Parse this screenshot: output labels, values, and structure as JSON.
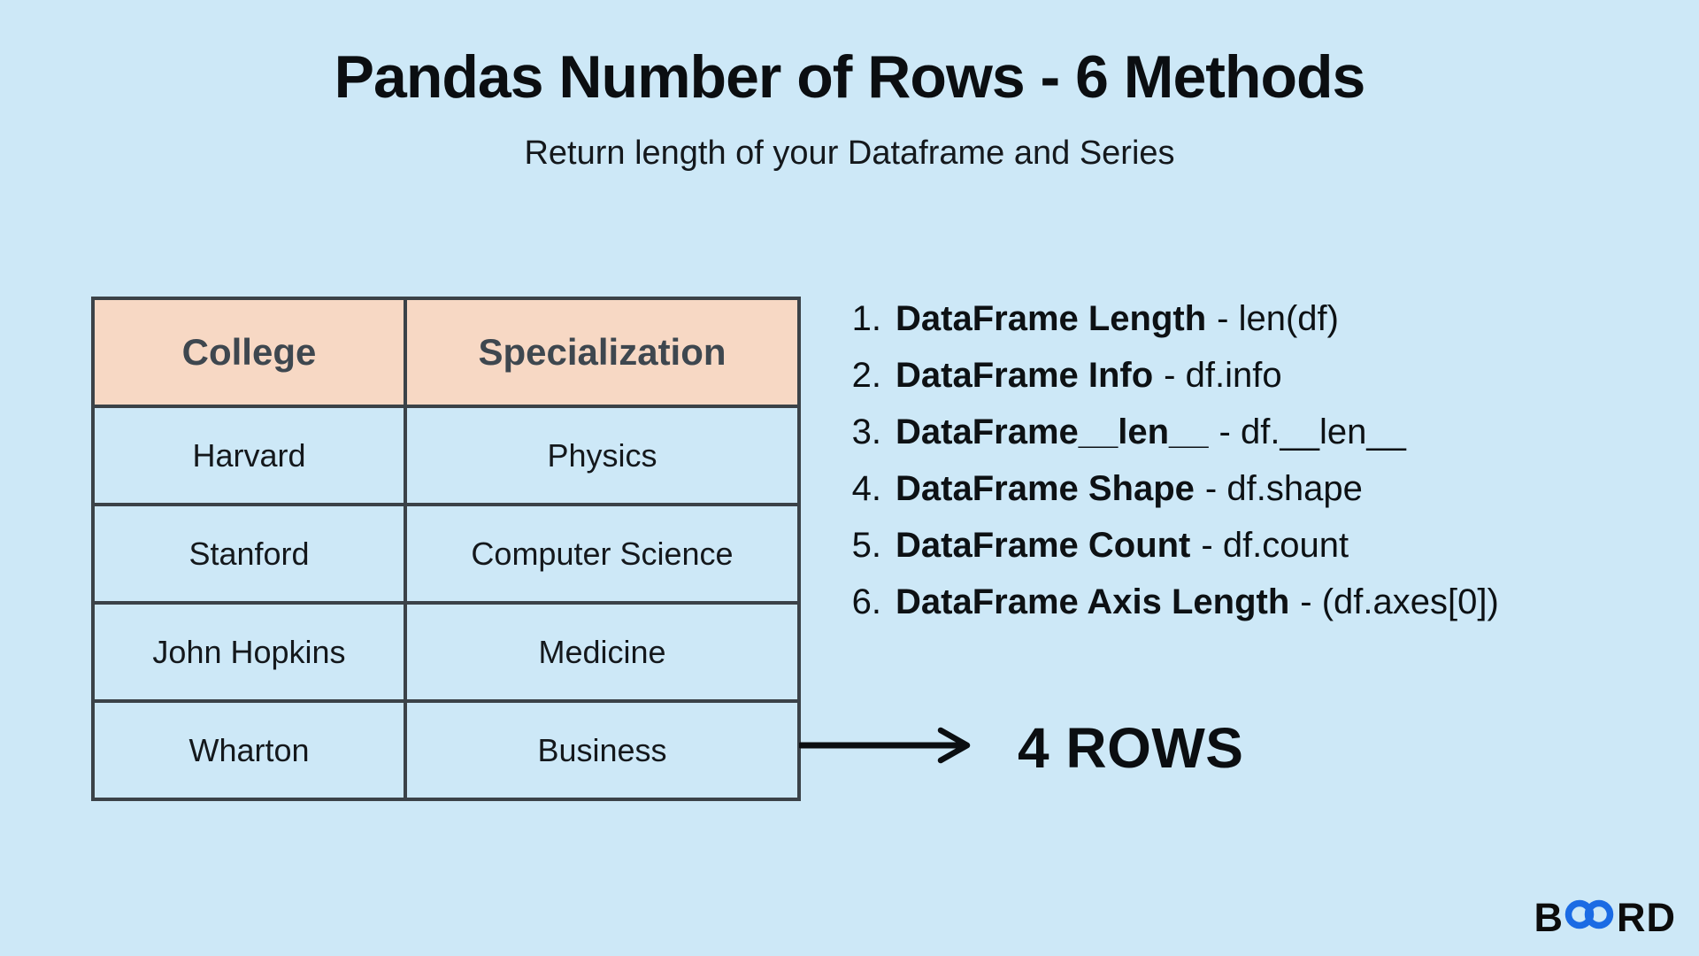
{
  "page": {
    "title": "Pandas Number of Rows - 6 Methods",
    "subtitle": "Return length of your Dataframe and Series"
  },
  "table": {
    "headers": [
      "College",
      "Specialization"
    ],
    "rows": [
      [
        "Harvard",
        "Physics"
      ],
      [
        "Stanford",
        "Computer Science"
      ],
      [
        "John Hopkins",
        "Medicine"
      ],
      [
        "Wharton",
        "Business"
      ]
    ]
  },
  "methods": [
    {
      "num": "1.",
      "name": "DataFrame Length",
      "rest": "- len(df)"
    },
    {
      "num": "2.",
      "name": "DataFrame Info",
      "rest": "- df.info"
    },
    {
      "num": "3.",
      "name": "DataFrame__len__",
      "rest": "- df.__len__"
    },
    {
      "num": "4.",
      "name": "DataFrame Shape",
      "rest": "- df.shape"
    },
    {
      "num": "5.",
      "name": "DataFrame Count",
      "rest": "- df.count"
    },
    {
      "num": "6.",
      "name": "DataFrame Axis Length",
      "rest": "- (df.axes[0])"
    }
  ],
  "annotation": {
    "rows_label": "4 ROWS"
  },
  "logo": {
    "left": "B",
    "right": "RD"
  },
  "colors": {
    "background": "#cde8f7",
    "table_header_bg": "#f7d8c4",
    "table_border": "#3b4248",
    "table_header_text": "#3e474f",
    "body_text": "#0d1114",
    "arrow_black": "#0b0e11",
    "logo_blue": "#1b6be4"
  }
}
